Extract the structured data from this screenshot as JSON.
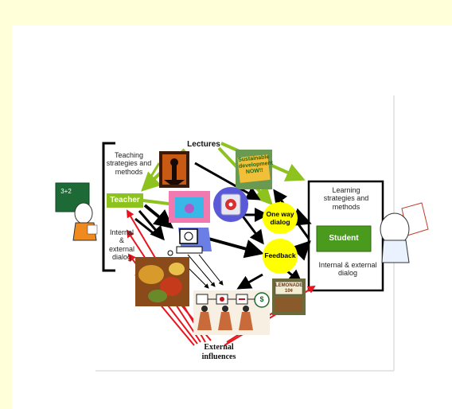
{
  "teacher_box": {
    "strategies": "Teaching strategies and methods",
    "label": "Teacher",
    "dialog": "Internal & external dialog"
  },
  "student_box": {
    "strategies": "Learning strategies and methods",
    "label": "Student",
    "dialog": "Internal & external dialog"
  },
  "nodes": {
    "lectures": "Lectures",
    "one_way_dialog": "One way dialog",
    "feedback": "Feedback",
    "external_influences": "External influences"
  },
  "images": {
    "sustainable_sign": "Sustainable development NOW!!",
    "lemonade_sign": "LEMONADE 10¢",
    "teacher_board": "3+2",
    "process_money": "$"
  },
  "colors": {
    "page_bg": "#ffffd9",
    "teacher_green": "#8dc21f",
    "student_green": "#4a9a1e",
    "bubble_yellow": "#ffff00",
    "arrow_green": "#8dc21f",
    "arrow_red": "#e8141e",
    "arrow_black": "#000000"
  }
}
